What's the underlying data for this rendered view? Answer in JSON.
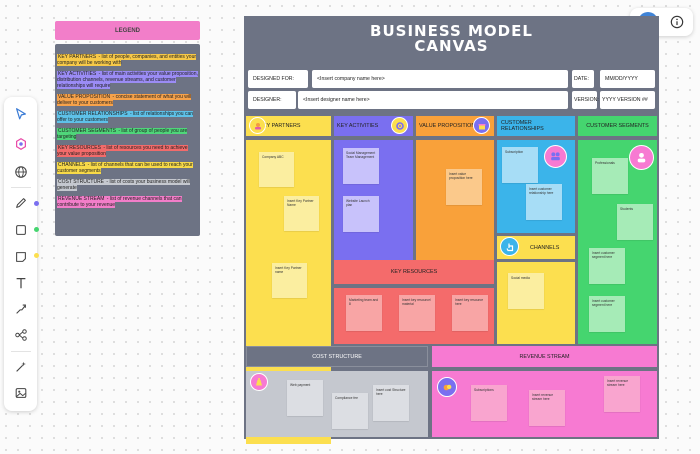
{
  "legend": {
    "title": "LEGEND",
    "items": [
      {
        "label": "KEY PARTNERS",
        "desc": " - list of people, companies, and entities your company will be working with",
        "color": "#f7c948"
      },
      {
        "label": "KEY ACTIVITIES",
        "desc": " - list of main activities your value proposition, distribution channels, revenue streams, and customer relationships will require",
        "color": "#9b8cf5"
      },
      {
        "label": "VALUE PROPOSITION",
        "desc": " - concise statement of what you will deliver to your customers",
        "color": "#f7a24a"
      },
      {
        "label": "CUSTOMER RELATIONSHIPS",
        "desc": " - list of relationships you can offer to your customers",
        "color": "#5ec1e8"
      },
      {
        "label": "CUSTOMER SEGMENTS",
        "desc": " - list of group of people you are targeting",
        "color": "#4fd67a"
      },
      {
        "label": "KEY RESOURCES",
        "desc": " - list of resources you need to achieve your value proposition",
        "color": "#f26b6b"
      },
      {
        "label": "CHANNELS",
        "desc": " - list of channels that can be used to reach your customer segments",
        "color": "#f7d948"
      },
      {
        "label": "COST STRUCTURE",
        "desc": " - list of costs your business model will generate",
        "color": "#c5c8cf"
      },
      {
        "label": "REVENUE STREAM",
        "desc": " - list of revenue channels that can contribute to your revenue",
        "color": "#f27ec9"
      }
    ]
  },
  "header": {
    "user_initial": "H"
  },
  "canvas": {
    "title_line1": "BUSINESS MODEL",
    "title_line2": "CANVAS",
    "designed_for_label": "DESIGNED FOR:",
    "designed_for_value": "<Insert company name here>",
    "date_label": "DATE:",
    "date_value": "MM/DD/YYYY",
    "designer_label": "DESIGNER:",
    "designer_value": "<Insert designer name here>",
    "version_label": "VERSION:",
    "version_value": "YYYY VERSION ##"
  },
  "sections": {
    "key_partners": {
      "title": "EY PARTNERS",
      "color": "#fcdf4f"
    },
    "key_activities": {
      "title": "KEY ACTIVITIES",
      "color": "#7a6ff0"
    },
    "value_proposition": {
      "title": "VALUE PROPOSITION",
      "color": "#f9a13a"
    },
    "customer_relationships": {
      "title": "CUSTOMER RELATIONSHIPS",
      "color": "#3bb4ea"
    },
    "customer_segments": {
      "title": "CUSTOMER SEGMENTS",
      "color": "#45d56f"
    },
    "key_resources": {
      "title": "KEY RESOURCES",
      "color": "#f46b6b"
    },
    "channels": {
      "title": "CHANNELS",
      "color": "#fcdf4f"
    },
    "cost_structure": {
      "title": "COST STRUCTURE",
      "color": "#c5c8cf"
    },
    "revenue_stream": {
      "title": "REVENUE STREAM",
      "color": "#f77ad2"
    }
  },
  "stickies": {
    "kp1": "Company ABC",
    "kp2": "Insert Key Partner Name",
    "kp3": "Insert Key Partner name",
    "ka1": "Social Management Team Management",
    "ka2": "Website Launch plan",
    "vp1": "Insert value proposition here",
    "cr1": "Subscription",
    "cr2": "Insert customer relationship here",
    "cs1": "Professionals",
    "cs2": "Students",
    "cs3": "Insert customer segment here",
    "cs4": "Insert customer segment here",
    "ch1": "Social media",
    "kr1": "Marketing team and 8",
    "kr2": "Insert key resource/ material",
    "kr3": "Insert key resource here",
    "co1": "Web payment",
    "co2": "Compliance fee",
    "co3": "Insert cost Structure here",
    "rs1": "Subscriptions",
    "rs2": "Insert revenue stream here",
    "rs3": "Insert revenue stream here"
  }
}
